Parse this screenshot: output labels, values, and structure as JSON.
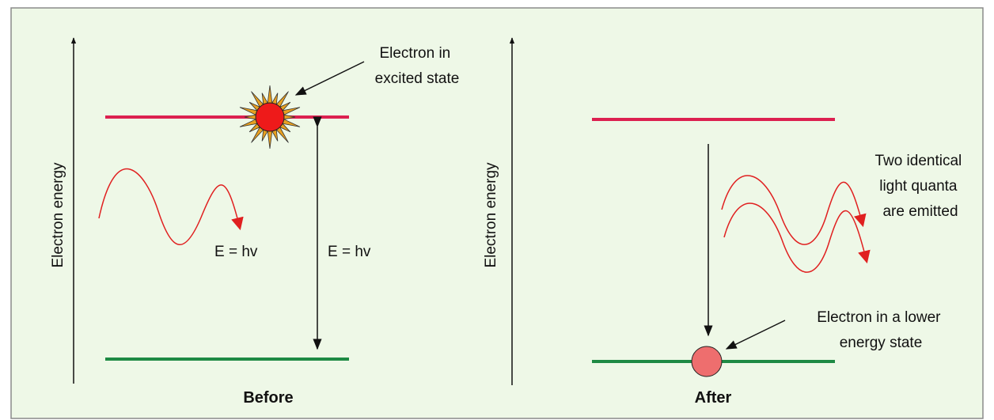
{
  "colors": {
    "background": "#eef8e7",
    "border": "#8a8a8a",
    "excited_level": "#dc2050",
    "ground_level": "#1e8a44",
    "wave": "#e02020",
    "electron_excited": "#ee1a1a",
    "electron_lower": "#ee6e6e",
    "burst": "#e8a020",
    "arrow": "#111111"
  },
  "before": {
    "axis_label": "Electron energy",
    "caption": "Before",
    "callout": [
      "Electron in",
      "excited state"
    ],
    "photon_label": "E = hv",
    "gap_label": "E = hv"
  },
  "after": {
    "axis_label": "Electron energy",
    "caption": "After",
    "emitted_label": [
      "Two identical",
      "light quanta",
      "are emitted"
    ],
    "callout": [
      "Electron in a lower",
      "energy state"
    ]
  }
}
